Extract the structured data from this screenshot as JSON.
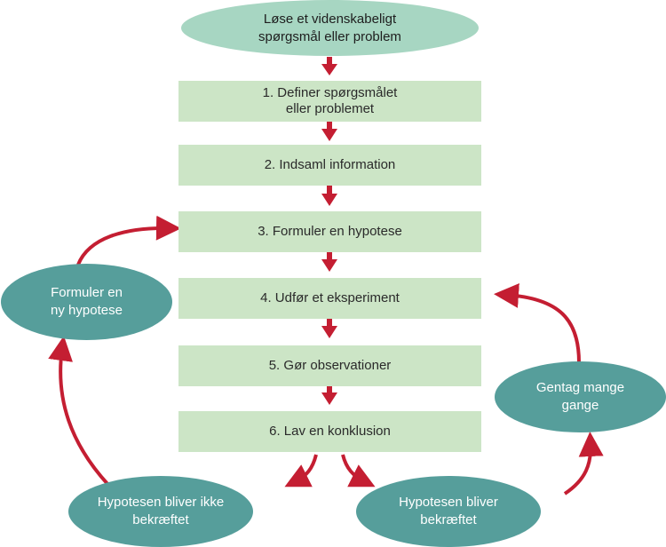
{
  "title": "Løse et videnskabeligt spørgsmål eller problem",
  "colors": {
    "step_box": "#cce5c6",
    "start_ellipse": "#a7d6c2",
    "outcome_ellipse": "#569e9b",
    "arrow": "#c41e32"
  },
  "start": {
    "line1": "Løse et videnskabeligt",
    "line2": "spørgsmål eller problem"
  },
  "steps": [
    {
      "line1": "1. Definer spørgsmålet",
      "line2": "eller problemet"
    },
    {
      "line1": "2. Indsaml information",
      "line2": ""
    },
    {
      "line1": "3. Formuler en hypotese",
      "line2": ""
    },
    {
      "line1": "4. Udfør et eksperiment",
      "line2": ""
    },
    {
      "line1": "5. Gør observationer",
      "line2": ""
    },
    {
      "line1": "6. Lav en konklusion",
      "line2": ""
    }
  ],
  "side_nodes": {
    "new_hypothesis": {
      "line1": "Formuler en",
      "line2": "ny hypotese"
    },
    "repeat": {
      "line1": "Gentag mange",
      "line2": "gange"
    },
    "not_confirmed": {
      "line1": "Hypotesen bliver ikke",
      "line2": "bekræftet"
    },
    "confirmed": {
      "line1": "Hypotesen bliver",
      "line2": "bekræftet"
    }
  },
  "edges": [
    {
      "from": "start",
      "to": "step-1"
    },
    {
      "from": "step-1",
      "to": "step-2"
    },
    {
      "from": "step-2",
      "to": "step-3"
    },
    {
      "from": "step-3",
      "to": "step-4"
    },
    {
      "from": "step-4",
      "to": "step-5"
    },
    {
      "from": "step-5",
      "to": "step-6"
    },
    {
      "from": "step-6",
      "to": "not_confirmed"
    },
    {
      "from": "step-6",
      "to": "confirmed"
    },
    {
      "from": "not_confirmed",
      "to": "new_hypothesis"
    },
    {
      "from": "new_hypothesis",
      "to": "step-3"
    },
    {
      "from": "confirmed",
      "to": "repeat"
    },
    {
      "from": "repeat",
      "to": "step-4"
    }
  ]
}
